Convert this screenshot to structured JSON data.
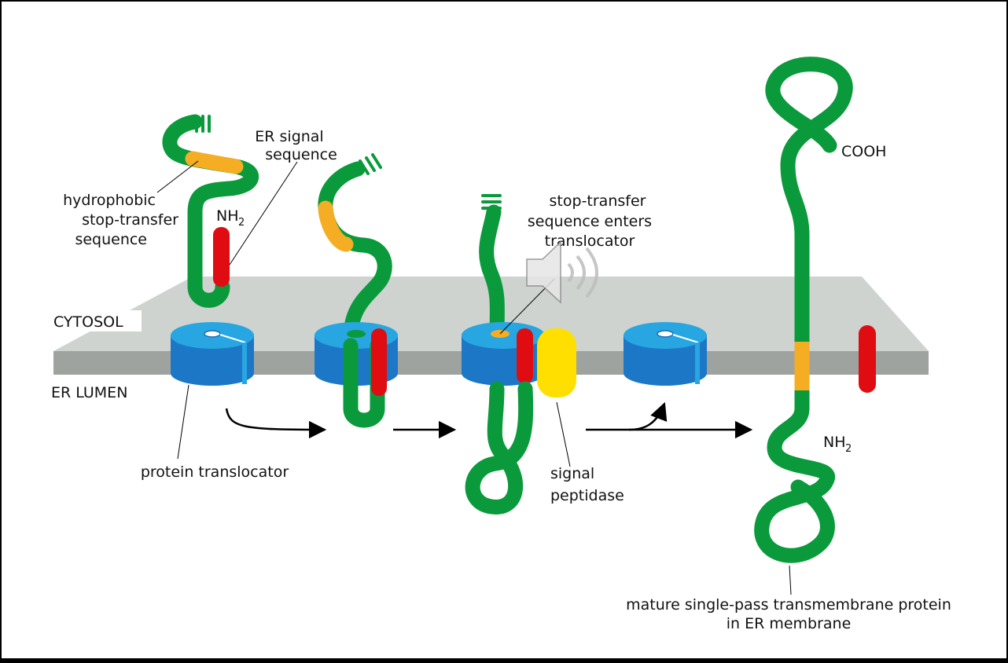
{
  "labels": {
    "er_signal_1": "ER signal",
    "er_signal_2": "sequence",
    "hydrophobic_1": "hydrophobic",
    "hydrophobic_2": "stop-transfer",
    "hydrophobic_3": "sequence",
    "nh2_1": "NH",
    "nh2_1_sub": "2",
    "stop_transfer_1": "stop-transfer",
    "stop_transfer_2": "sequence enters",
    "stop_transfer_3": "translocator",
    "cytosol": "CYTOSOL",
    "er_lumen": "ER LUMEN",
    "protein_translocator": "protein translocator",
    "signal_peptidase_1": "signal",
    "signal_peptidase_2": "peptidase",
    "cooh": "COOH",
    "nh2_2": "NH",
    "nh2_2_sub": "2",
    "mature_1": "mature single-pass transmembrane protein",
    "mature_2": "in ER membrane"
  },
  "colors": {
    "chain": "#0a9a3c",
    "stop_transfer": "#f5ae24",
    "signal_seq": "#df0d12",
    "peptidase": "#ffdf00",
    "translocator_top": "#27a6e2",
    "translocator_side": "#1c78c6",
    "membrane_top": "#ced3d0",
    "membrane_front": "#9ea39f",
    "background": "#ffffff",
    "frame": "#000000"
  },
  "icons": [
    "speaker-icon"
  ]
}
